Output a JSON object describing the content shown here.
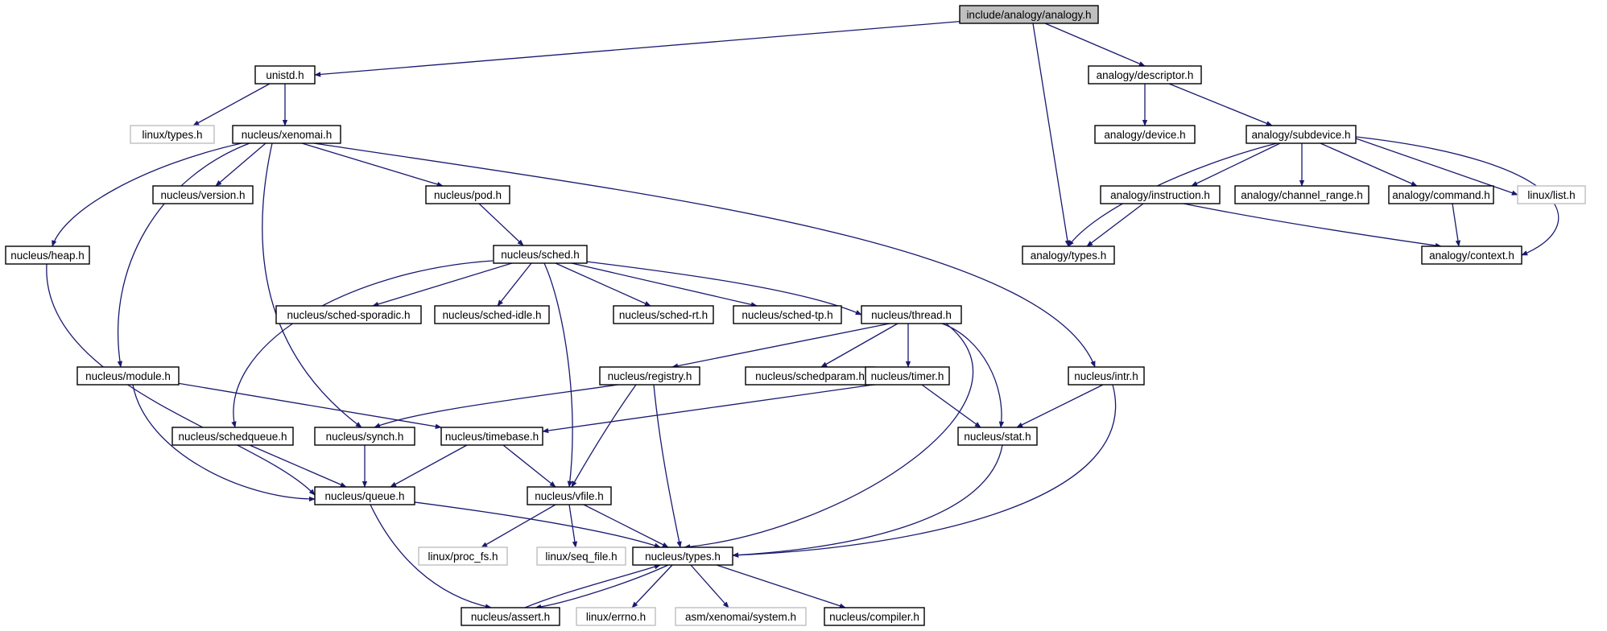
{
  "colors": {
    "edge": "#191970",
    "root_fill": "#bfbfbf",
    "node_border": "#000000",
    "external_border": "#bfbfbf"
  },
  "nodes": [
    {
      "id": "root",
      "label": "include/analogy/analogy.h",
      "kind": "root"
    },
    {
      "id": "unistd",
      "label": "unistd.h",
      "kind": "normal"
    },
    {
      "id": "descriptor",
      "label": "analogy/descriptor.h",
      "kind": "normal"
    },
    {
      "id": "linux_types",
      "label": "linux/types.h",
      "kind": "external"
    },
    {
      "id": "xenomai",
      "label": "nucleus/xenomai.h",
      "kind": "normal"
    },
    {
      "id": "device",
      "label": "analogy/device.h",
      "kind": "normal"
    },
    {
      "id": "subdevice",
      "label": "analogy/subdevice.h",
      "kind": "normal"
    },
    {
      "id": "version",
      "label": "nucleus/version.h",
      "kind": "normal"
    },
    {
      "id": "pod",
      "label": "nucleus/pod.h",
      "kind": "normal"
    },
    {
      "id": "instruction",
      "label": "analogy/instruction.h",
      "kind": "normal"
    },
    {
      "id": "channel_range",
      "label": "analogy/channel_range.h",
      "kind": "normal"
    },
    {
      "id": "command",
      "label": "analogy/command.h",
      "kind": "normal"
    },
    {
      "id": "linux_list",
      "label": "linux/list.h",
      "kind": "external"
    },
    {
      "id": "heap",
      "label": "nucleus/heap.h",
      "kind": "normal"
    },
    {
      "id": "sched",
      "label": "nucleus/sched.h",
      "kind": "normal"
    },
    {
      "id": "a_types",
      "label": "analogy/types.h",
      "kind": "normal"
    },
    {
      "id": "context",
      "label": "analogy/context.h",
      "kind": "normal"
    },
    {
      "id": "sporadic",
      "label": "nucleus/sched-sporadic.h",
      "kind": "normal"
    },
    {
      "id": "idle",
      "label": "nucleus/sched-idle.h",
      "kind": "normal"
    },
    {
      "id": "rt",
      "label": "nucleus/sched-rt.h",
      "kind": "normal"
    },
    {
      "id": "tp",
      "label": "nucleus/sched-tp.h",
      "kind": "normal"
    },
    {
      "id": "thread",
      "label": "nucleus/thread.h",
      "kind": "normal"
    },
    {
      "id": "module",
      "label": "nucleus/module.h",
      "kind": "normal"
    },
    {
      "id": "registry",
      "label": "nucleus/registry.h",
      "kind": "normal"
    },
    {
      "id": "schedparam",
      "label": "nucleus/schedparam.h",
      "kind": "normal"
    },
    {
      "id": "timer",
      "label": "nucleus/timer.h",
      "kind": "normal"
    },
    {
      "id": "intr",
      "label": "nucleus/intr.h",
      "kind": "normal"
    },
    {
      "id": "schedqueue",
      "label": "nucleus/schedqueue.h",
      "kind": "normal"
    },
    {
      "id": "synch",
      "label": "nucleus/synch.h",
      "kind": "normal"
    },
    {
      "id": "timebase",
      "label": "nucleus/timebase.h",
      "kind": "normal"
    },
    {
      "id": "stat",
      "label": "nucleus/stat.h",
      "kind": "normal"
    },
    {
      "id": "queue",
      "label": "nucleus/queue.h",
      "kind": "normal"
    },
    {
      "id": "vfile",
      "label": "nucleus/vfile.h",
      "kind": "normal"
    },
    {
      "id": "proc_fs",
      "label": "linux/proc_fs.h",
      "kind": "external"
    },
    {
      "id": "seq_file",
      "label": "linux/seq_file.h",
      "kind": "external"
    },
    {
      "id": "n_types",
      "label": "nucleus/types.h",
      "kind": "normal"
    },
    {
      "id": "assert",
      "label": "nucleus/assert.h",
      "kind": "normal"
    },
    {
      "id": "errno",
      "label": "linux/errno.h",
      "kind": "external"
    },
    {
      "id": "system",
      "label": "asm/xenomai/system.h",
      "kind": "external"
    },
    {
      "id": "compiler",
      "label": "nucleus/compiler.h",
      "kind": "normal"
    }
  ],
  "edges": [
    {
      "from": "root",
      "to": "unistd"
    },
    {
      "from": "root",
      "to": "descriptor"
    },
    {
      "from": "root",
      "to": "a_types"
    },
    {
      "from": "unistd",
      "to": "linux_types"
    },
    {
      "from": "unistd",
      "to": "xenomai"
    },
    {
      "from": "descriptor",
      "to": "device"
    },
    {
      "from": "descriptor",
      "to": "subdevice"
    },
    {
      "from": "subdevice",
      "to": "a_types"
    },
    {
      "from": "subdevice",
      "to": "instruction"
    },
    {
      "from": "subdevice",
      "to": "channel_range"
    },
    {
      "from": "subdevice",
      "to": "command"
    },
    {
      "from": "subdevice",
      "to": "linux_list"
    },
    {
      "from": "subdevice",
      "to": "context"
    },
    {
      "from": "instruction",
      "to": "a_types"
    },
    {
      "from": "instruction",
      "to": "context"
    },
    {
      "from": "command",
      "to": "context"
    },
    {
      "from": "xenomai",
      "to": "version"
    },
    {
      "from": "xenomai",
      "to": "pod"
    },
    {
      "from": "xenomai",
      "to": "heap"
    },
    {
      "from": "xenomai",
      "to": "module"
    },
    {
      "from": "xenomai",
      "to": "synch"
    },
    {
      "from": "xenomai",
      "to": "intr"
    },
    {
      "from": "pod",
      "to": "sched"
    },
    {
      "from": "sched",
      "to": "sporadic"
    },
    {
      "from": "sched",
      "to": "idle"
    },
    {
      "from": "sched",
      "to": "rt"
    },
    {
      "from": "sched",
      "to": "tp"
    },
    {
      "from": "sched",
      "to": "thread"
    },
    {
      "from": "sched",
      "to": "schedqueue"
    },
    {
      "from": "sched",
      "to": "vfile"
    },
    {
      "from": "thread",
      "to": "registry"
    },
    {
      "from": "thread",
      "to": "schedparam"
    },
    {
      "from": "thread",
      "to": "timer"
    },
    {
      "from": "thread",
      "to": "stat"
    },
    {
      "from": "thread",
      "to": "n_types"
    },
    {
      "from": "heap",
      "to": "queue"
    },
    {
      "from": "module",
      "to": "timebase"
    },
    {
      "from": "module",
      "to": "queue"
    },
    {
      "from": "registry",
      "to": "synch"
    },
    {
      "from": "registry",
      "to": "vfile"
    },
    {
      "from": "registry",
      "to": "n_types"
    },
    {
      "from": "timer",
      "to": "timebase"
    },
    {
      "from": "timer",
      "to": "stat"
    },
    {
      "from": "intr",
      "to": "stat"
    },
    {
      "from": "intr",
      "to": "n_types"
    },
    {
      "from": "schedqueue",
      "to": "queue"
    },
    {
      "from": "synch",
      "to": "queue"
    },
    {
      "from": "timebase",
      "to": "queue"
    },
    {
      "from": "timebase",
      "to": "vfile"
    },
    {
      "from": "stat",
      "to": "n_types"
    },
    {
      "from": "queue",
      "to": "n_types"
    },
    {
      "from": "queue",
      "to": "assert"
    },
    {
      "from": "vfile",
      "to": "proc_fs"
    },
    {
      "from": "vfile",
      "to": "seq_file"
    },
    {
      "from": "vfile",
      "to": "n_types"
    },
    {
      "from": "n_types",
      "to": "assert"
    },
    {
      "from": "n_types",
      "to": "errno"
    },
    {
      "from": "n_types",
      "to": "system"
    },
    {
      "from": "n_types",
      "to": "compiler"
    },
    {
      "from": "assert",
      "to": "n_types"
    }
  ]
}
